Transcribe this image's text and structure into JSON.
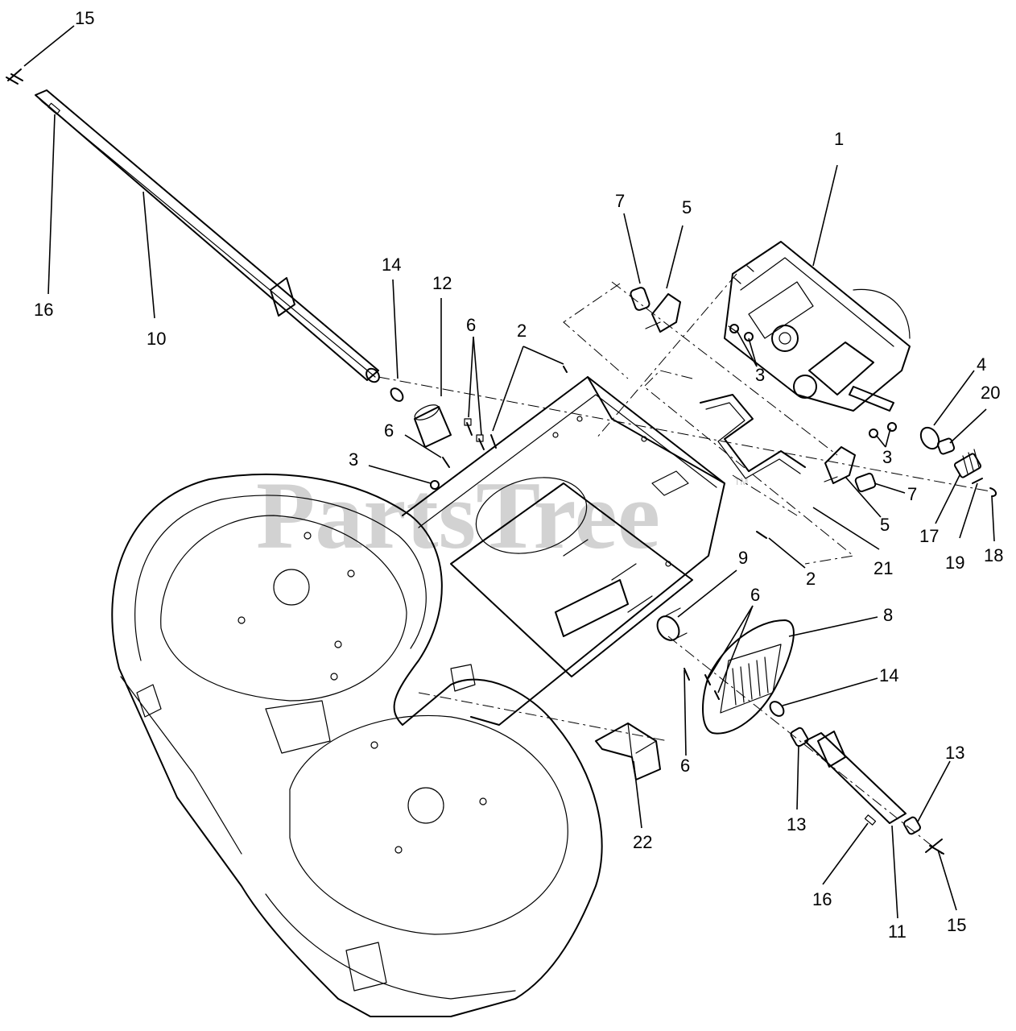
{
  "watermark": {
    "text": "PartsTree",
    "mark": "TM"
  },
  "callouts": [
    "15",
    "16",
    "10",
    "14",
    "12",
    "6",
    "2",
    "7",
    "5",
    "1",
    "3",
    "4",
    "20",
    "6",
    "3",
    "3",
    "7",
    "5",
    "2",
    "21",
    "17",
    "19",
    "18",
    "9",
    "6",
    "8",
    "14",
    "6",
    "13",
    "13",
    "22",
    "16",
    "11",
    "15"
  ]
}
